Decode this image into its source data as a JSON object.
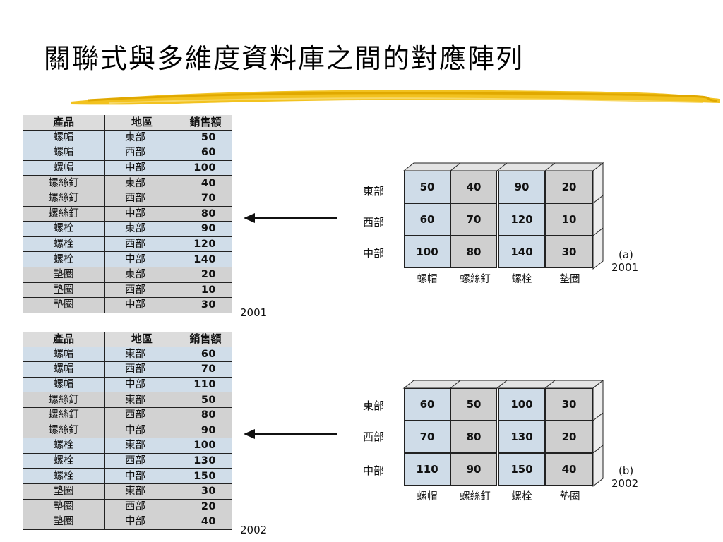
{
  "title": "關聯式與多維度資料庫之間的對應陣列",
  "colors": {
    "brush": "#f0c020",
    "blue_cell": "#d0dde9",
    "grey_cell": "#d2d2d2",
    "header": "#dcdcdc"
  },
  "table_2001": {
    "headers": [
      "產品",
      "地區",
      "銷售額"
    ],
    "rows": [
      [
        "螺帽",
        "東部",
        "50"
      ],
      [
        "螺帽",
        "西部",
        "60"
      ],
      [
        "螺帽",
        "中部",
        "100"
      ],
      [
        "螺絲釘",
        "東部",
        "40"
      ],
      [
        "螺絲釘",
        "西部",
        "70"
      ],
      [
        "螺絲釘",
        "中部",
        "80"
      ],
      [
        "螺栓",
        "東部",
        "90"
      ],
      [
        "螺栓",
        "西部",
        "120"
      ],
      [
        "螺栓",
        "中部",
        "140"
      ],
      [
        "墊圈",
        "東部",
        "20"
      ],
      [
        "墊圈",
        "西部",
        "10"
      ],
      [
        "墊圈",
        "中部",
        "30"
      ]
    ],
    "year": "2001"
  },
  "table_2002": {
    "headers": [
      "產品",
      "地區",
      "銷售額"
    ],
    "rows": [
      [
        "螺帽",
        "東部",
        "60"
      ],
      [
        "螺帽",
        "西部",
        "70"
      ],
      [
        "螺帽",
        "中部",
        "110"
      ],
      [
        "螺絲釘",
        "東部",
        "50"
      ],
      [
        "螺絲釘",
        "西部",
        "80"
      ],
      [
        "螺絲釘",
        "中部",
        "90"
      ],
      [
        "螺栓",
        "東部",
        "100"
      ],
      [
        "螺栓",
        "西部",
        "130"
      ],
      [
        "螺栓",
        "中部",
        "150"
      ],
      [
        "墊圈",
        "東部",
        "30"
      ],
      [
        "墊圈",
        "西部",
        "20"
      ],
      [
        "墊圈",
        "中部",
        "40"
      ]
    ],
    "year": "2002"
  },
  "cube_2001": {
    "row_labels": [
      "東部",
      "西部",
      "中部"
    ],
    "col_labels": [
      "螺帽",
      "螺絲釘",
      "螺栓",
      "墊圈"
    ],
    "values": [
      [
        "50",
        "40",
        "90",
        "20"
      ],
      [
        "60",
        "70",
        "120",
        "10"
      ],
      [
        "100",
        "80",
        "140",
        "30"
      ]
    ],
    "tag": "(a)",
    "year": "2001"
  },
  "cube_2002": {
    "row_labels": [
      "東部",
      "西部",
      "中部"
    ],
    "col_labels": [
      "螺帽",
      "螺絲釘",
      "螺栓",
      "墊圈"
    ],
    "values": [
      [
        "60",
        "50",
        "100",
        "30"
      ],
      [
        "70",
        "80",
        "130",
        "20"
      ],
      [
        "110",
        "90",
        "150",
        "40"
      ]
    ],
    "tag": "(b)",
    "year": "2002"
  }
}
